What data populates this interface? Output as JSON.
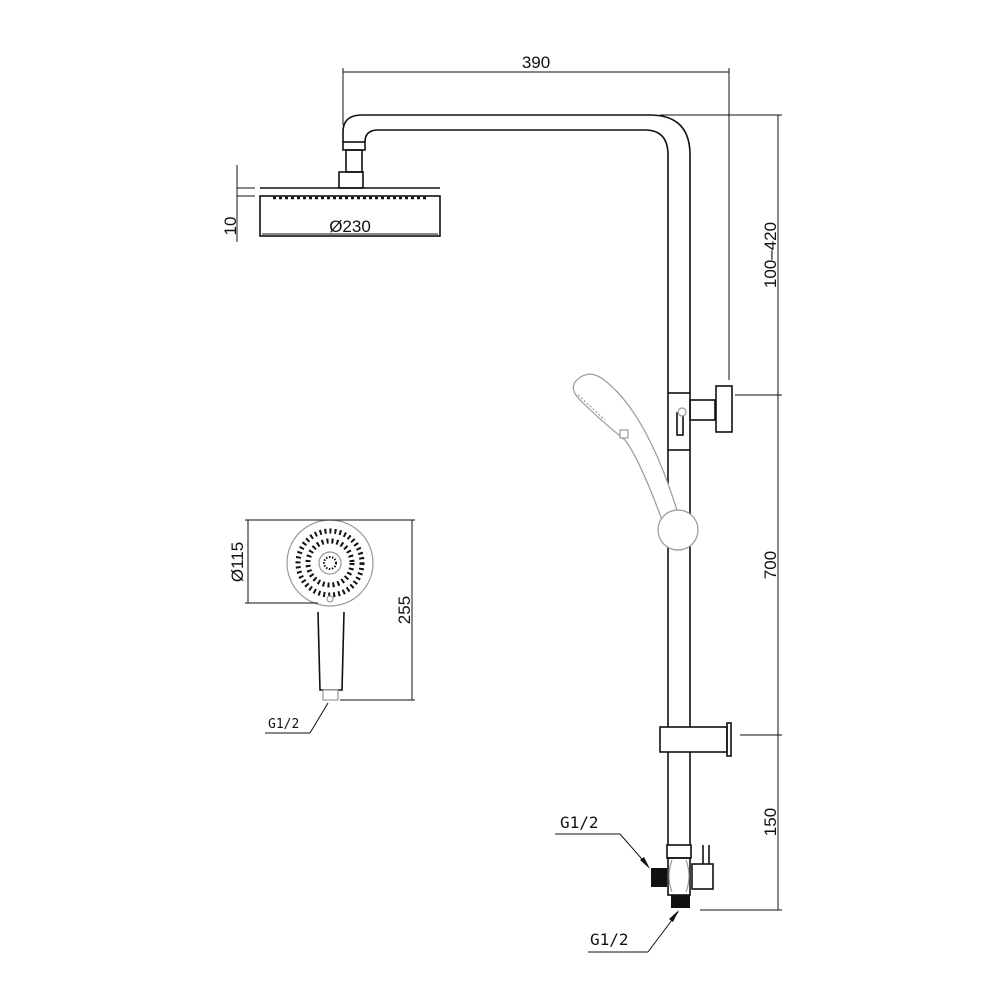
{
  "dimensions": {
    "arm_reach": "390",
    "head_thickness": "10",
    "head_diameter": "Ø230",
    "height_adjust": "100–420",
    "rail_length": "700",
    "bottom_offset": "150",
    "hand_diameter": "Ø115",
    "hand_length": "255"
  },
  "threads": {
    "hand_shower": "G1/2",
    "diverter_inlet": "G1/2",
    "diverter_outlet": "G1/2"
  }
}
